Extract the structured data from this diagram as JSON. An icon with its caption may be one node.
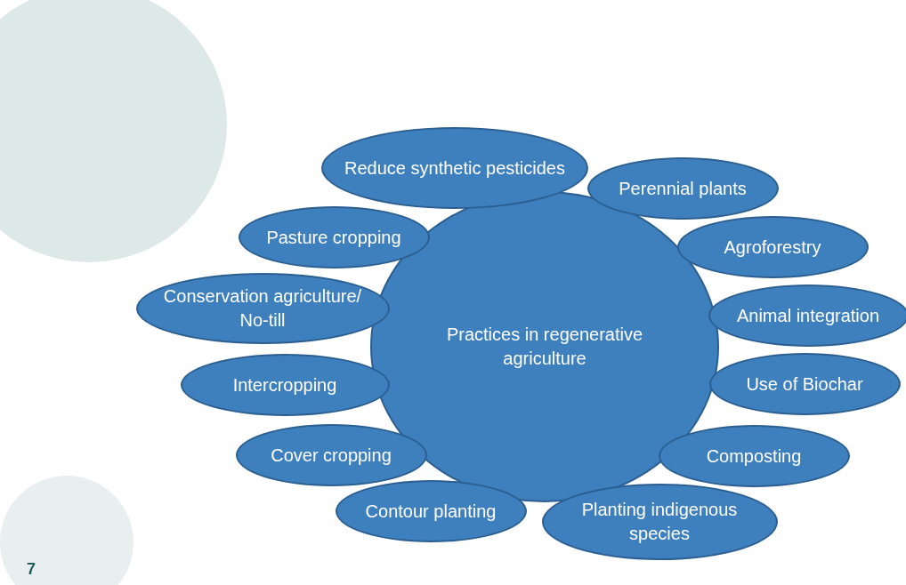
{
  "diagram": {
    "nodes": [
      {
        "text": [
          "Practices in regenerative agriculture"
        ]
      },
      {
        "text": [
          "Reduce synthetic pesticides"
        ]
      },
      {
        "text": [
          "Perennial plants"
        ]
      },
      {
        "text": [
          "Pasture cropping"
        ]
      },
      {
        "text": [
          "Agroforestry"
        ]
      },
      {
        "text": [
          "Conservation agriculture/ No-till"
        ]
      },
      {
        "text": [
          "Animal integration"
        ]
      },
      {
        "text": [
          "Intercropping"
        ]
      },
      {
        "text": [
          "Use of Biochar"
        ]
      },
      {
        "text": [
          "Composting"
        ]
      },
      {
        "text": [
          "Cover cropping"
        ]
      },
      {
        "text": [
          "Contour planting"
        ]
      },
      {
        "text": [
          "Planting indigenous species"
        ]
      }
    ],
    "labels": [
      "7"
    ]
  }
}
